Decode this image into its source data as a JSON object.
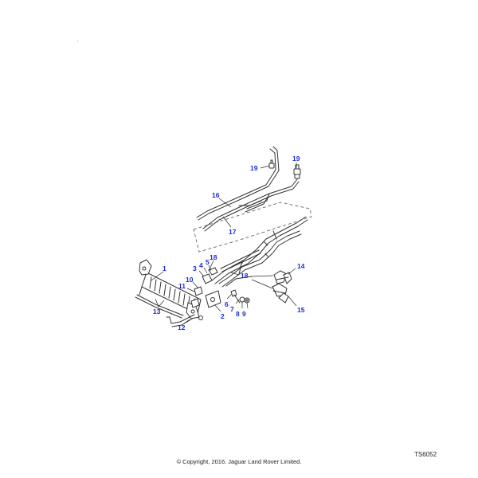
{
  "diagram": {
    "reference_code": "TS6052",
    "copyright": "© Copyright, 2016. Jaguar Land Rover Limited.",
    "callouts": {
      "c1": "1",
      "c2": "2",
      "c3": "3",
      "c4": "4",
      "c5": "5",
      "c6": "6",
      "c7": "7",
      "c8": "8",
      "c9": "9",
      "c10": "10",
      "c11": "11",
      "c12": "12",
      "c13": "13",
      "c14": "14",
      "c15": "15",
      "c16": "16",
      "c17": "17",
      "c18a": "18",
      "c18b": "18",
      "c19a": "19",
      "c19b": "19"
    },
    "callout_color": "#1a2bd8",
    "line_color": "#333333"
  }
}
